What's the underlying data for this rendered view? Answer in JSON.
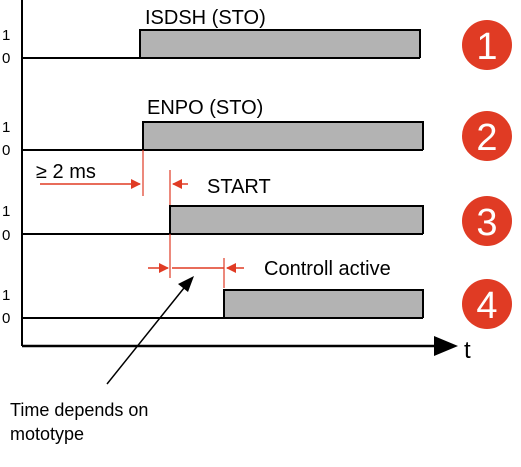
{
  "colors": {
    "signal_fill": "#b3b3b3",
    "line": "#000000",
    "badge": "#e03b24",
    "badge_text": "#ffffff",
    "marker": "#e03b24"
  },
  "signals": [
    {
      "name": "ISDSH (STO)",
      "high": "1",
      "low": "0",
      "badge": "1"
    },
    {
      "name": "ENPO (STO)",
      "high": "1",
      "low": "0",
      "badge": "2"
    },
    {
      "name": "START",
      "high": "1",
      "low": "0",
      "badge": "3"
    },
    {
      "name": "Controll active",
      "high": "1",
      "low": "0",
      "badge": "4"
    }
  ],
  "timing": {
    "min_delay": "≥ 2 ms"
  },
  "time_axis_label": "t",
  "annotation": {
    "line1": "Time depends on",
    "line2": "mototype"
  }
}
